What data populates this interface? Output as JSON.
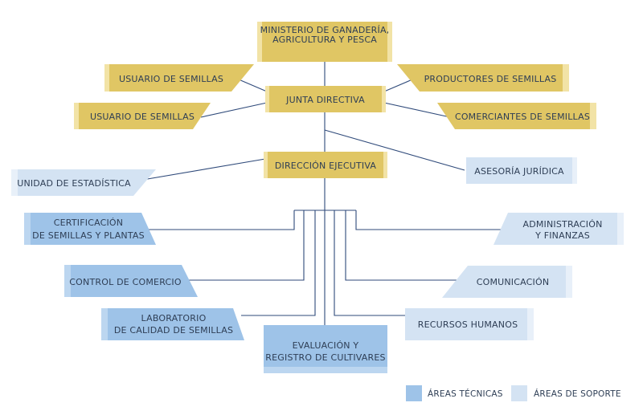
{
  "colors": {
    "gold": "#e0c664",
    "gold_dark": "#d2b352",
    "tech_blue": "#9ec3e8",
    "tech_blue_dark": "#7fb0df",
    "support_blue": "#d4e3f3",
    "support_blue_dark": "#c3d7ec",
    "line": "#2f4a7a",
    "text": "#2e3e55"
  },
  "nodes": {
    "ministerio": [
      "MINISTERIO DE GANADERÍA,",
      "AGRICULTURA Y PESCA"
    ],
    "junta": "JUNTA DIRECTIVA",
    "usuario_1": "USUARIO DE SEMILLAS",
    "usuario_2": "USUARIO DE SEMILLAS",
    "productores": "PRODUCTORES DE SEMILLAS",
    "comerciantes": "COMERCIANTES DE SEMILLAS",
    "direccion": "DIRECCIÓN EJECUTIVA",
    "estadistica": "UNIDAD DE ESTADÍSTICA",
    "asesoria": "ASESORÍA JURÍDICA",
    "certificacion": [
      "CERTIFICACIÓN",
      "DE SEMILLAS Y PLANTAS"
    ],
    "control": "CONTROL DE COMERCIO",
    "laboratorio": [
      "LABORATORIO",
      "DE CALIDAD DE SEMILLAS"
    ],
    "evaluacion": [
      "EVALUACIÓN Y",
      "REGISTRO DE CULTIVARES"
    ],
    "administracion": [
      "ADMINISTRACIÓN",
      "Y FINANZAS"
    ],
    "comunicacion": "COMUNICACIÓN",
    "recursos": "RECURSOS HUMANOS"
  },
  "legend": {
    "technical": "ÁREAS TÉCNICAS",
    "support": "ÁREAS DE SOPORTE"
  }
}
